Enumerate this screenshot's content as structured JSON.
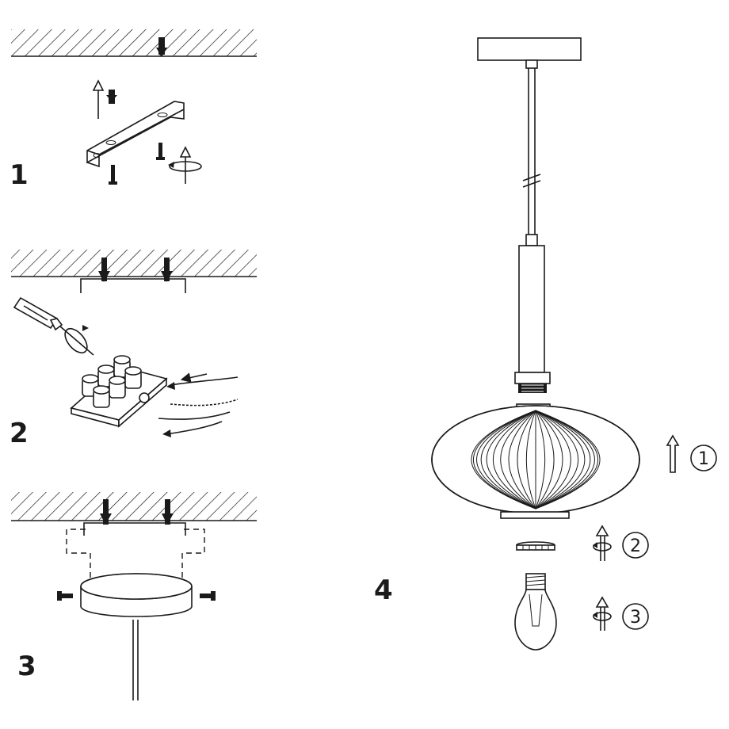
{
  "steps": [
    {
      "number": "1"
    },
    {
      "number": "2"
    },
    {
      "number": "3"
    },
    {
      "number": "4"
    }
  ],
  "sub_steps": [
    {
      "number": "1"
    },
    {
      "number": "2"
    },
    {
      "number": "3"
    }
  ]
}
